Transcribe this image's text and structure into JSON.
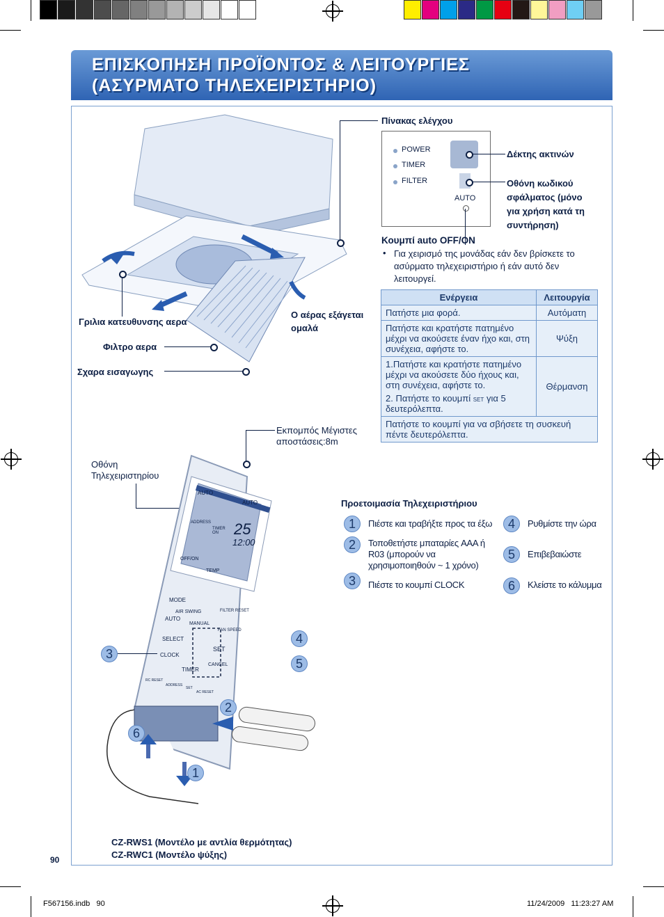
{
  "title": {
    "line1": "ΕΠΙΣΚΟΠΗΣΗ ΠΡΟΪΟΝΤΟΣ & ΛΕΙΤΟΥΡΓΙΕΣ",
    "line2": "(ΑΣΥΡΜΑΤΟ ΤΗΛΕΧΕΙΡΙΣΤΗΡΙΟ)"
  },
  "panel": {
    "heading": "Πίνακας ελέγχου",
    "leds": [
      "POWER",
      "TIMER",
      "FILTER"
    ],
    "auto": "AUTO",
    "receiver": "Δέκτης ακτινών",
    "error_display": "Οθόνη κωδικού σφάλματος (μόνο για χρήση κατά τη συντήρηση)"
  },
  "auto_button": {
    "heading": "Κουμπί auto OFF/ON",
    "bullet": "Για χειρισμό της μονάδας εάν δεν βρίσκετε το ασύρματο τηλεχειριστήριο ή εάν αυτό δεν λειτουργεί."
  },
  "table": {
    "col1": "Ενέργεια",
    "col2": "Λειτουργία",
    "rows": [
      {
        "action": "Πατήστε μια φορά.",
        "mode": "Αυτόματη"
      },
      {
        "action": "Πατήστε και κρατήστε πατημένο μέχρι να ακούσετε έναν ήχο και, στη συνέχεια, αφήστε το.",
        "mode": "Ψύξη"
      },
      {
        "action": "1.Πατήστε και κρατήστε πατημένο μέχρι να ακούσετε δύο ήχους και, στη συνέχεια, αφήστε το.",
        "action2a": "2. Πατήστε το κουμπί",
        "action2set": "SET",
        "action2b": "για 5 δευτερόλεπτα.",
        "mode": "Θέρμανση"
      },
      {
        "action": "Πατήστε το κουμπί για να σβήσετε τη συσκευή πέντε δευτερόλεπτα."
      }
    ]
  },
  "unit_labels": {
    "louver": "Γριλια κατευθυνσης αερα",
    "filter": "Φιλτρο αερα",
    "grille": "Σχαρα εισαγωγης",
    "air_out": "Ο αέρας εξάγεται ομαλά"
  },
  "remote": {
    "transmitter": "Εκπομπός Μέγιστες αποστάσεις:8m",
    "display": "Οθόνη Τηλεχειριστηρίου",
    "models": [
      "CZ-RWS1 (Μοντέλο με αντλία θερμότητας)",
      "CZ-RWC1 (Μοντέλο ψύξης)"
    ],
    "lcd_auto1": "AUTO",
    "lcd_auto2": "AUTO",
    "lcd_address": "ADDRESS",
    "lcd_timer": "TIMER ON",
    "lcd_temp": "25",
    "lcd_time": "12:00",
    "btn_offon": "OFF/ON",
    "btn_temp": "TEMP",
    "btn_mode": "MODE",
    "btn_airswing": "AIR SWING",
    "btn_auto": "AUTO",
    "btn_manual": "MANUAL",
    "btn_filter": "FILTER RESET",
    "btn_fanspeed": "FAN SPEED",
    "btn_select": "SELECT",
    "btn_clock": "CLOCK",
    "btn_timer": "TIMER",
    "btn_set": "SET",
    "btn_cancel": "CANCEL",
    "small_labels": [
      "RC RESET",
      "ADDRESS",
      "SET",
      "AC RESET"
    ]
  },
  "prep": {
    "heading": "Προετοιμασία Τηλεχειριστήριου",
    "steps": [
      {
        "n": "1",
        "text": "Πιέστε και τραβήξτε προς τα έξω"
      },
      {
        "n": "2",
        "text": "Τοποθετήστε μπαταρίες AAA ή R03 (μπορούν να χρησιμοποιηθούν ~ 1 χρόνο)"
      },
      {
        "n": "3",
        "text": "Πιέστε το κουμπί CLOCK"
      },
      {
        "n": "4",
        "text": "Ρυθμίστε την ώρα"
      },
      {
        "n": "5",
        "text": "Επιβεβαιώστε"
      },
      {
        "n": "6",
        "text": "Κλείστε το κάλυμμα"
      }
    ]
  },
  "page_number": "90",
  "footer": {
    "file": "F567156.indb   90",
    "date": "11/24/2009   11:23:27 AM"
  },
  "colors": {
    "title_blue": "#2f64b4",
    "text_navy": "#0d1f44",
    "table_header": "#cfe0f4"
  }
}
